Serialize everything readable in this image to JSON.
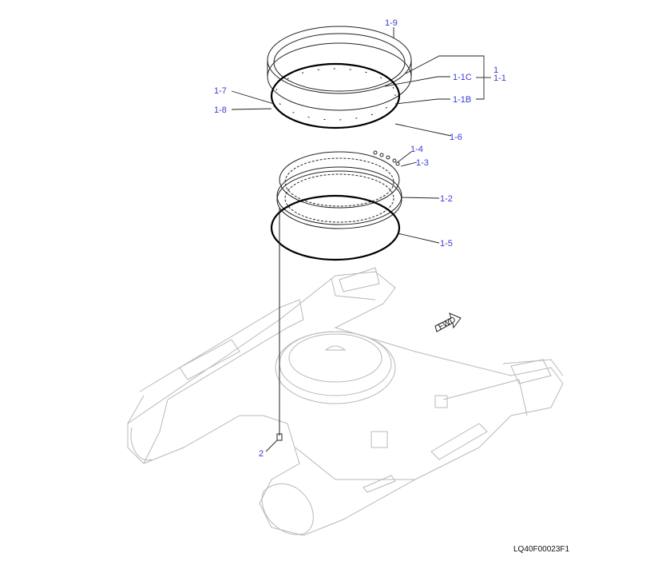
{
  "callouts": {
    "c1_9": "1-9",
    "c1": "1",
    "c1_1": "1-1",
    "c1_1c": "1-1C",
    "c1_1b": "1-1B",
    "c1_7": "1-7",
    "c1_8": "1-8",
    "c1_6": "1-6",
    "c1_4": "1-4",
    "c1_3": "1-3",
    "c1_2": "1-2",
    "c1_5": "1-5",
    "c2": "2"
  },
  "fwd_label": "FWD",
  "drawing_code": "LQ40F00023F1",
  "colors": {
    "callout": "#3a3ad6",
    "frame": "#b8b8b8",
    "line": "#222222"
  }
}
